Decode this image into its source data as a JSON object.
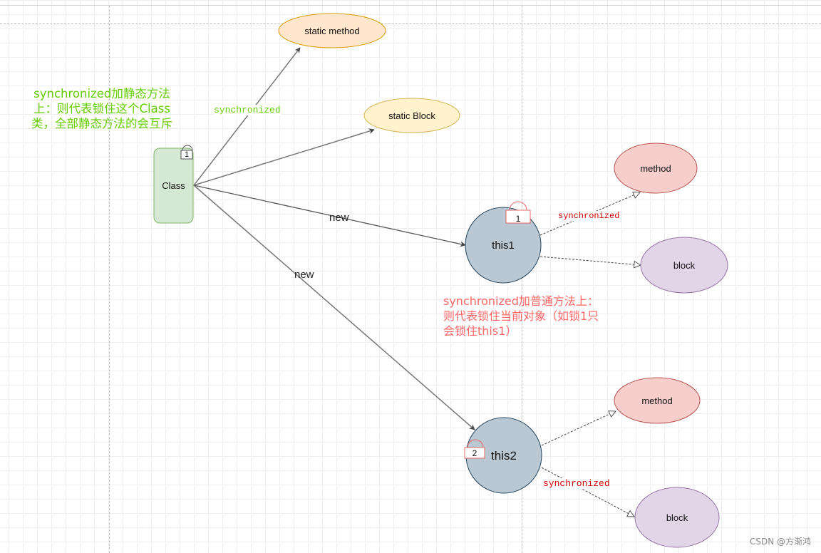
{
  "diagram": {
    "nodes": {
      "static_method": {
        "label": "static method",
        "fill": "#ffe6cc",
        "stroke": "#d79b00"
      },
      "static_block": {
        "label": "static Block",
        "fill": "#fff2cc",
        "stroke": "#d6b656"
      },
      "class": {
        "label": "Class",
        "fill": "#d5e8d4",
        "stroke": "#82b366",
        "lock": "1"
      },
      "this1": {
        "label": "this1",
        "fill": "#bac8d3",
        "stroke": "#23445d",
        "lock": "1"
      },
      "this2": {
        "label": "this2",
        "fill": "#bac8d3",
        "stroke": "#23445d",
        "lock": "2"
      },
      "method1": {
        "label": "method",
        "fill": "#f8cecc",
        "stroke": "#b85450"
      },
      "block1": {
        "label": "block",
        "fill": "#e1d5e7",
        "stroke": "#9673a6"
      },
      "method2": {
        "label": "method",
        "fill": "#f8cecc",
        "stroke": "#b85450"
      },
      "block2": {
        "label": "block",
        "fill": "#e1d5e7",
        "stroke": "#9673a6"
      }
    },
    "edge_labels": {
      "class_to_static": "synchronized",
      "class_to_this1": "new",
      "class_to_this2": "new",
      "this1_to_method": "synchronized",
      "this2_to_block": "synchronized"
    },
    "notes": {
      "static_lock": [
        "synchronized加静态方法",
        "上：则代表锁住这个Class",
        "类，全部静态方法的会互斥"
      ],
      "instance_lock": [
        "synchronized加普通方法上：",
        "则代表锁住当前对象（如锁1只",
        "会锁住this1）"
      ]
    },
    "colors": {
      "static_note": "#66cc00",
      "instance_note": "#ff6666",
      "static_edge_label": "#66cc00",
      "instance_edge_label": "#cc0000",
      "lock_stroke": "#e66a6a",
      "edge": "#666666"
    }
  },
  "watermark": "CSDN @方渐鸿"
}
